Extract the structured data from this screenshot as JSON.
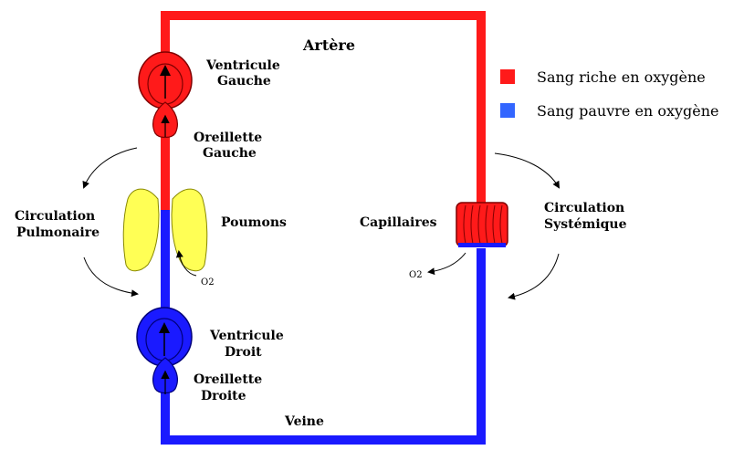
{
  "colors": {
    "oxygen_rich": "#ff1a1a",
    "oxygen_poor": "#1a1aff",
    "lungs": "#ffff55"
  },
  "labels": {
    "artere": "Artère",
    "veine": "Veine",
    "ventricule_gauche_1": "Ventricule",
    "ventricule_gauche_2": "Gauche",
    "oreillette_gauche_1": "Oreillette",
    "oreillette_gauche_2": "Gauche",
    "ventricule_droit_1": "Ventricule",
    "ventricule_droit_2": "Droit",
    "oreillette_droite_1": "Oreillette",
    "oreillette_droite_2": "Droite",
    "poumons": "Poumons",
    "capillaires": "Capillaires",
    "circ_pulm_1": "Circulation",
    "circ_pulm_2": "Pulmonaire",
    "circ_syst_1": "Circulation",
    "circ_syst_2": "Systémique",
    "o2_lungs": "O2",
    "o2_capillaries": "O2"
  },
  "legend": {
    "items": [
      {
        "label": "Sang riche en oxygène",
        "color": "#ff1a1a"
      },
      {
        "label": "Sang pauvre en oxygène",
        "color": "#3366ff"
      }
    ]
  }
}
